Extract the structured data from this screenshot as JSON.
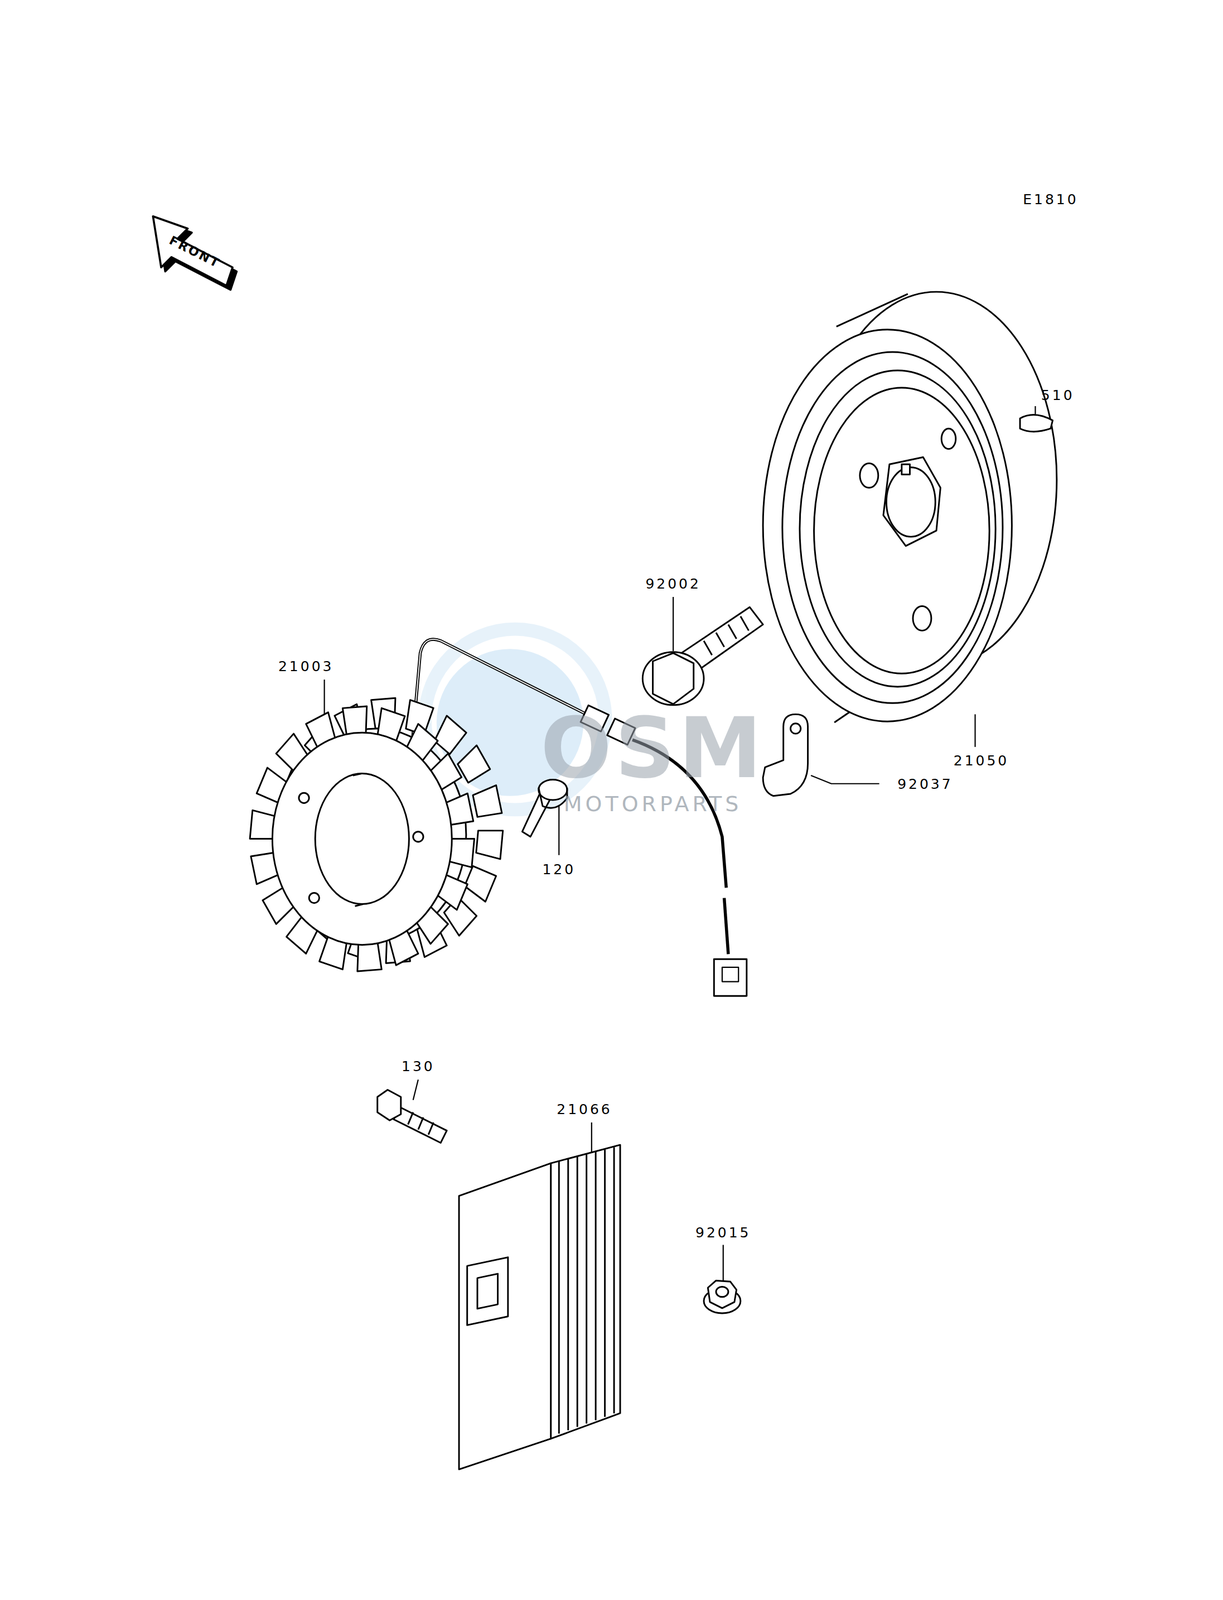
{
  "diagram": {
    "labels": [
      "E1810",
      "FRONT",
      "510",
      "92002",
      "21003",
      "21050",
      "92037",
      "120",
      "130",
      "21066",
      "92015",
      "OSM",
      "MOTORPARTS"
    ]
  }
}
